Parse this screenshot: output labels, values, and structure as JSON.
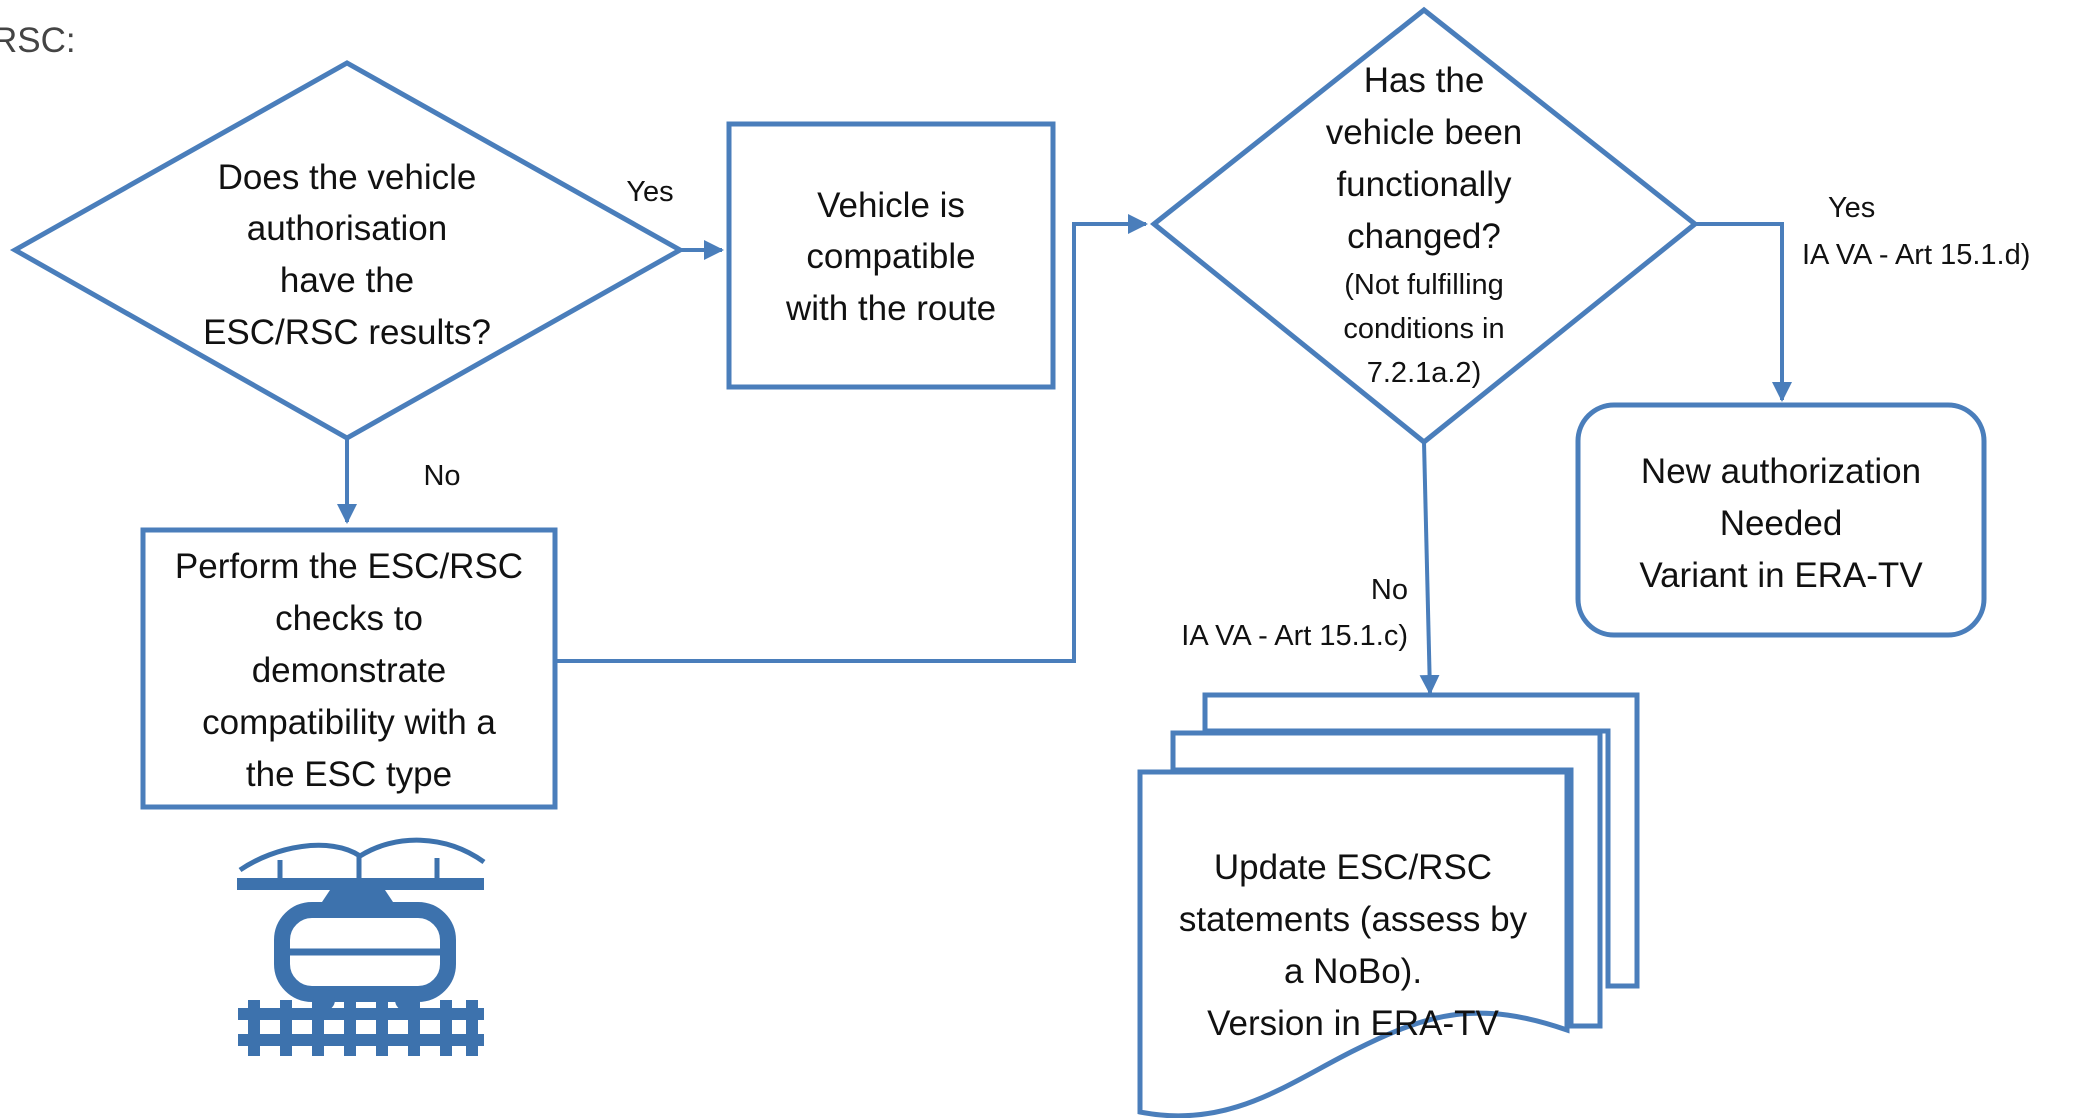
{
  "header": {
    "fragment": "RSC:"
  },
  "nodes": {
    "decision_esc_results": {
      "lines": [
        "Does the vehicle",
        "authorisation",
        "have the",
        "ESC/RSC results?"
      ]
    },
    "compatible": {
      "lines": [
        "Vehicle is",
        "compatible",
        "with the route"
      ]
    },
    "perform_checks": {
      "lines": [
        "Perform the ESC/RSC",
        "checks to",
        "demonstrate",
        "compatibility with a",
        "the ESC type"
      ]
    },
    "decision_changed": {
      "lines": [
        "Has the",
        "vehicle been",
        "functionally",
        "changed?"
      ],
      "sub_lines": [
        "(Not fulfilling",
        "conditions in",
        "7.2.1a.2)"
      ]
    },
    "new_authorization": {
      "lines": [
        "New authorization",
        "Needed",
        "Variant in ERA-TV"
      ]
    },
    "update_statements": {
      "lines": [
        "Update ESC/RSC",
        "statements (assess by",
        "a NoBo).",
        "Version in ERA-TV"
      ]
    }
  },
  "edges": {
    "esc_yes": {
      "label": "Yes"
    },
    "esc_no": {
      "label": "No"
    },
    "changed_yes": {
      "label": "Yes",
      "sub_label": "IA VA - Art 15.1.d)"
    },
    "changed_no": {
      "label": "No",
      "sub_label": "IA VA - Art 15.1.c)"
    }
  },
  "icons": {
    "train": "electric-train-icon"
  },
  "colors": {
    "stroke": "#4a7ebb",
    "icon": "#3d72ad",
    "text": "#111111"
  }
}
